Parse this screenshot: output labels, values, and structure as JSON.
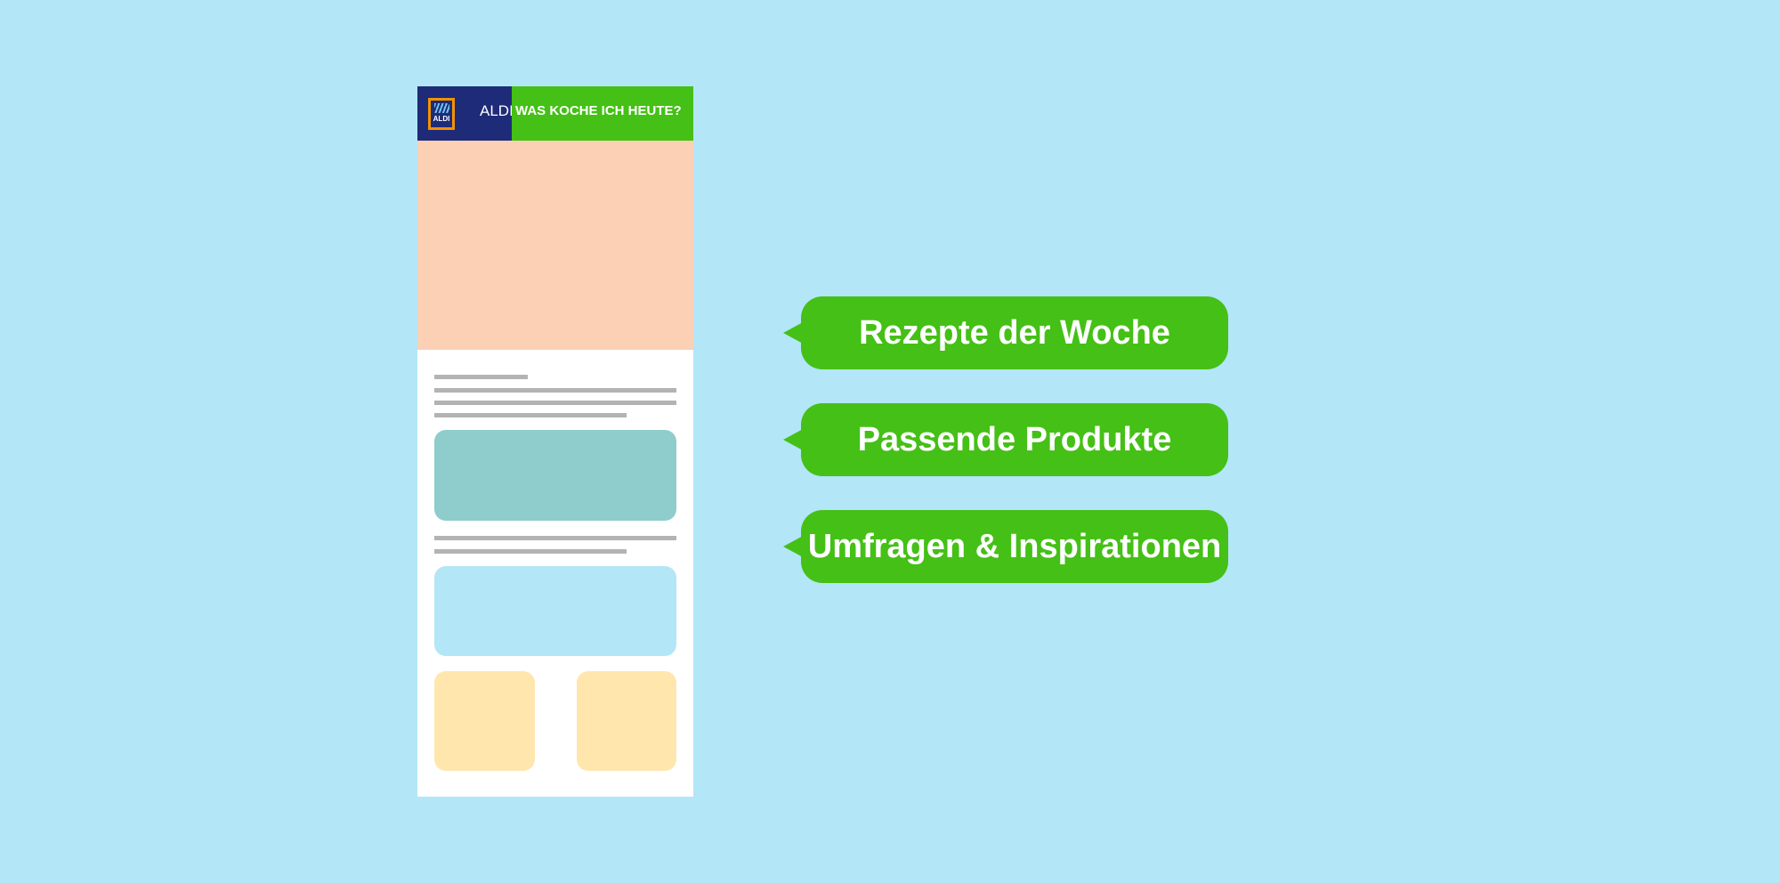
{
  "header": {
    "logo_text": "ALDI",
    "brand": "ALDI",
    "title": "WAS KOCHE ICH HEUTE?"
  },
  "features": [
    {
      "label": "Rezepte der Woche"
    },
    {
      "label": "Passende Produkte"
    },
    {
      "label": "Umfragen & Inspirationen"
    }
  ],
  "colors": {
    "background": "#b3e6f7",
    "green": "#45c016",
    "navy": "#1e2b78",
    "hero": "#fbd0b4",
    "teal": "#8fcccc",
    "yellow": "#ffe6ad"
  }
}
